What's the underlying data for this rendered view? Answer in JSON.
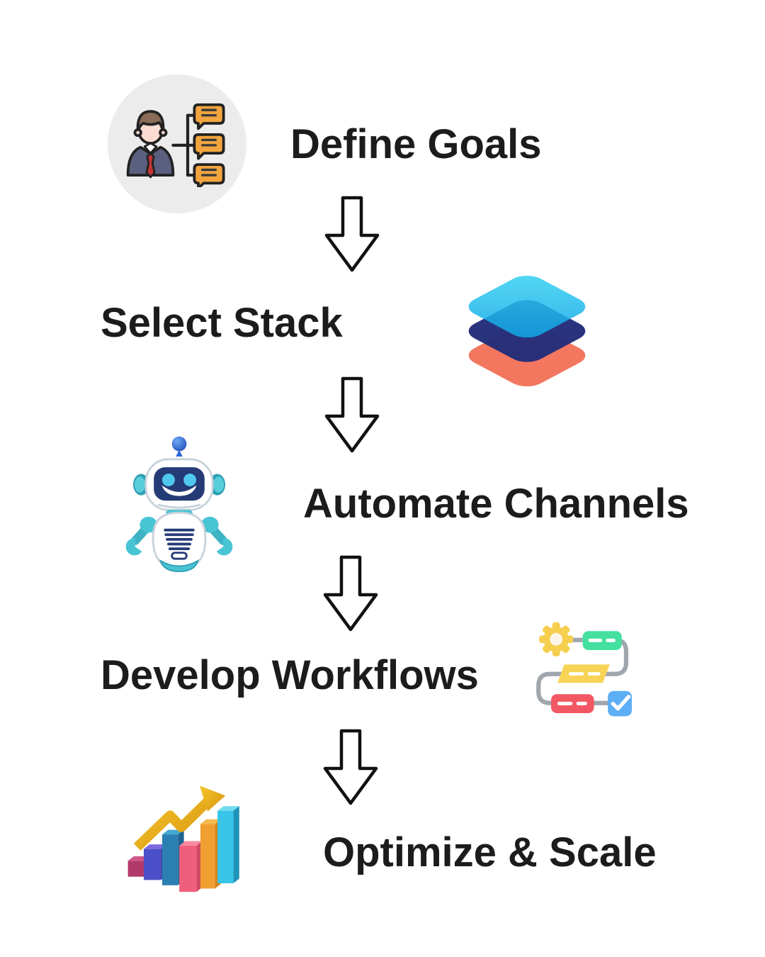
{
  "diagram": {
    "type": "vertical-flowchart",
    "background": "#ffffff",
    "steps": [
      {
        "label": "Define Goals",
        "icon": "person-decision-tree-icon",
        "icon_side": "left"
      },
      {
        "label": "Select Stack",
        "icon": "layers-stack-icon",
        "icon_side": "right"
      },
      {
        "label": "Automate Channels",
        "icon": "robot-icon",
        "icon_side": "left"
      },
      {
        "label": "Develop Workflows",
        "icon": "workflow-process-icon",
        "icon_side": "right"
      },
      {
        "label": "Optimize & Scale",
        "icon": "bar-chart-growth-icon",
        "icon_side": "left"
      }
    ],
    "connector": {
      "icon": "down-arrow-icon",
      "style": "outlined",
      "count": 4
    },
    "colors": {
      "text": "#1c1c1c",
      "arrow_outline": "#111111",
      "circle_background": "#ececec",
      "bubble_orange": "#f2a53e",
      "suit_navy": "#5b6080",
      "tie_red": "#c23434",
      "layer_cyan": "#17b5e8",
      "layer_navy": "#232c7a",
      "layer_coral": "#f3775f",
      "robot_teal": "#49c4d4",
      "robot_screen_navy": "#243b76",
      "robot_eye_cyan": "#4fc8ee",
      "gear_yellow": "#f6cf4e",
      "node_green": "#44e0a0",
      "node_yellow": "#f8d456",
      "node_red": "#f25864",
      "node_blue": "#5caef5",
      "connector_gray": "#a0a6ae",
      "chart_gold": "#e2a51a",
      "bar_magenta": "#b23a6a",
      "bar_indigo": "#4b50c8",
      "bar_steelblue": "#2b7fb2",
      "bar_pink": "#ef5f7c",
      "bar_orange": "#f0a030",
      "bar_cyan": "#38c4e8"
    }
  }
}
